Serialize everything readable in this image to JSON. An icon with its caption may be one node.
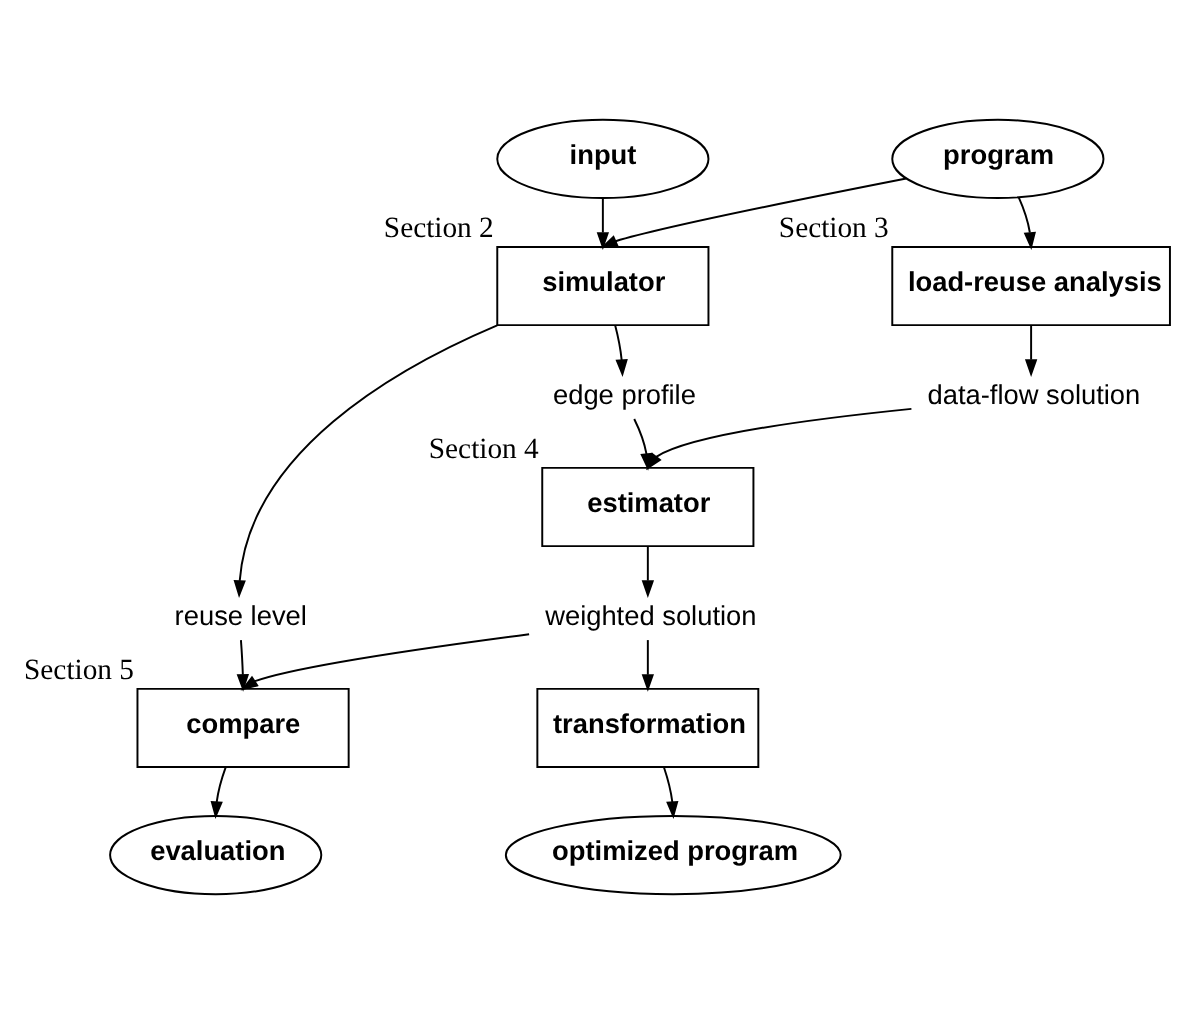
{
  "diagram": {
    "nodes": [
      {
        "text": [
          "input"
        ]
      },
      {
        "text": [
          "program"
        ]
      },
      {
        "text": [
          "simulator"
        ],
        "beside": [
          "Section 2"
        ]
      },
      {
        "text": [
          "load-reuse analysis"
        ],
        "beside": [
          "Section 3"
        ]
      },
      {
        "text": [
          "edge profile"
        ]
      },
      {
        "text": [
          "data-flow solution"
        ]
      },
      {
        "text": [
          "estimator"
        ],
        "beside": [
          "Section 4"
        ]
      },
      {
        "text": [
          "reuse level"
        ]
      },
      {
        "text": [
          "weighted solution"
        ]
      },
      {
        "text": [
          "compare"
        ],
        "beside": [
          "Section 5"
        ]
      },
      {
        "text": [
          "transformation"
        ]
      },
      {
        "text": [
          "evaluation"
        ]
      },
      {
        "text": [
          "optimized program"
        ]
      }
    ],
    "edges": [
      {
        "from": 0,
        "to": 2,
        "arrow": "to"
      },
      {
        "from": 1,
        "to": 2,
        "arrow": "to"
      },
      {
        "from": 1,
        "to": 3,
        "arrow": "to"
      },
      {
        "from": 2,
        "to": 4,
        "arrow": "to"
      },
      {
        "from": 3,
        "to": 5,
        "arrow": "to"
      },
      {
        "from": 4,
        "to": 6,
        "arrow": "to"
      },
      {
        "from": 5,
        "to": 6,
        "arrow": "to"
      },
      {
        "from": 2,
        "to": 7,
        "arrow": "to"
      },
      {
        "from": 6,
        "to": 8,
        "arrow": "to"
      },
      {
        "from": 7,
        "to": 9,
        "arrow": "to"
      },
      {
        "from": 8,
        "to": 9,
        "arrow": "to"
      },
      {
        "from": 8,
        "to": 10,
        "arrow": "to"
      },
      {
        "from": 9,
        "to": 11,
        "arrow": "to"
      },
      {
        "from": 10,
        "to": 12,
        "arrow": "to"
      }
    ]
  }
}
